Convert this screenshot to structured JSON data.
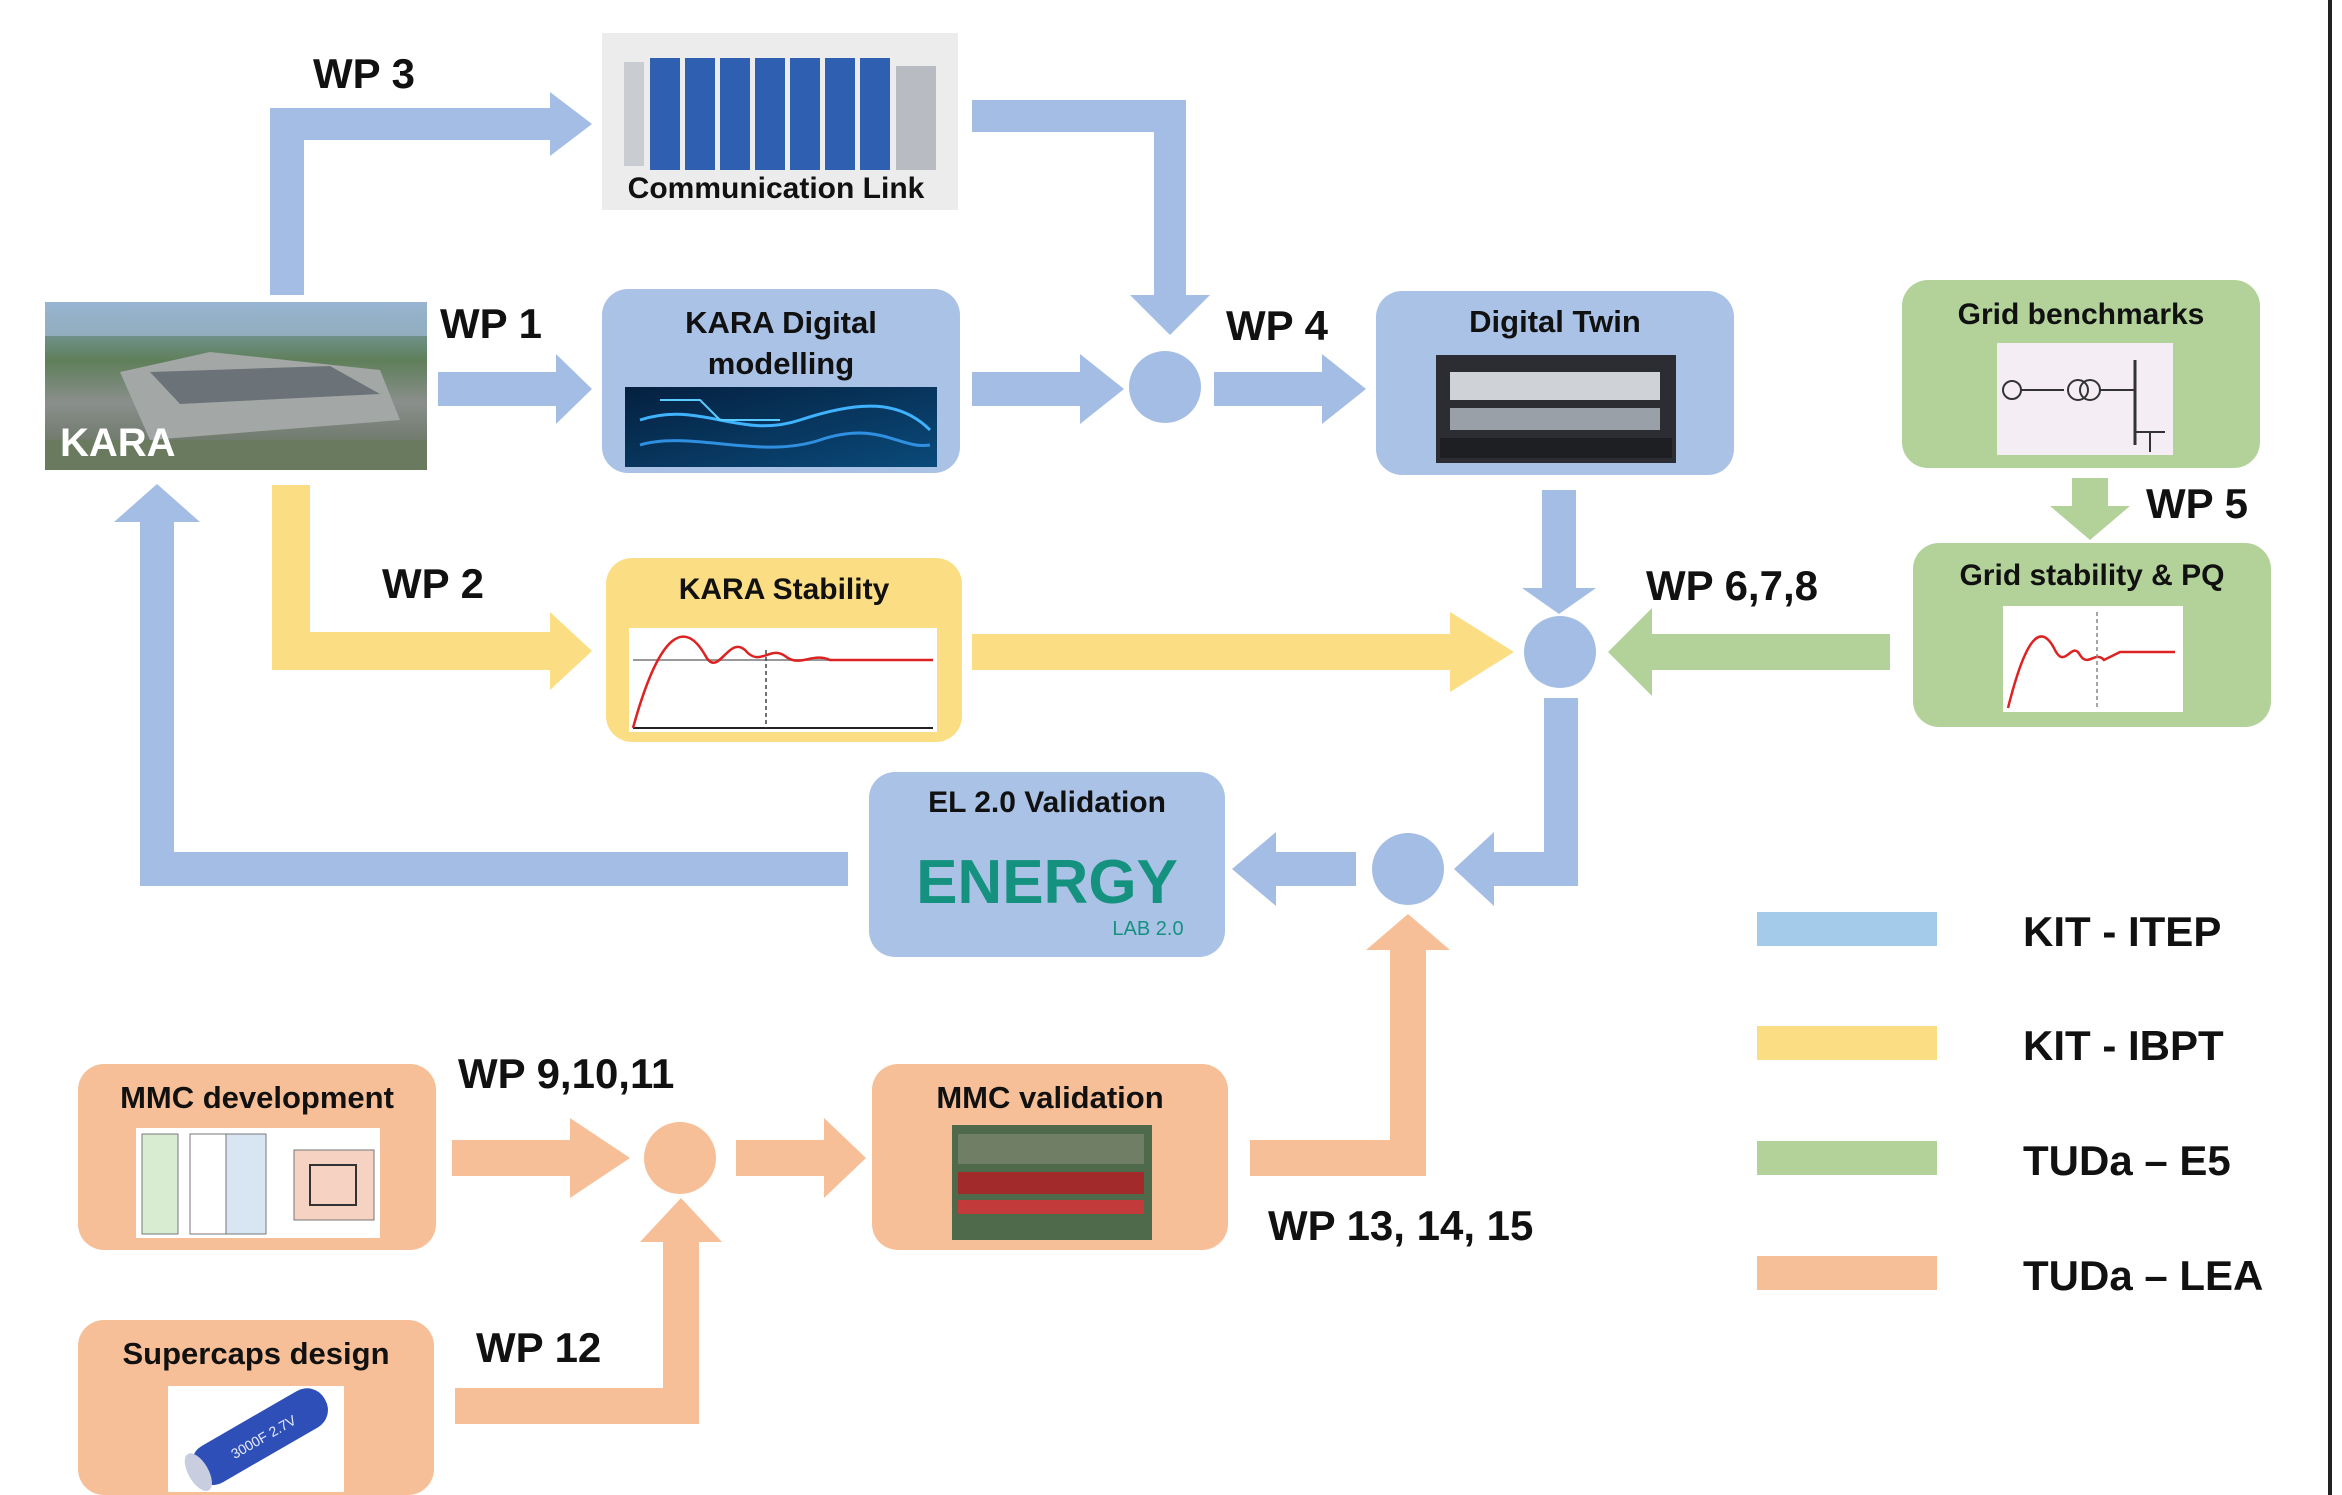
{
  "colors": {
    "itep": "#a4bde4",
    "itep_box": "#aac2e6",
    "ibpt": "#fbdd84",
    "e5": "#b2d29a",
    "lea": "#f7bf98"
  },
  "boxes": {
    "kara_label": "KARA",
    "comm_link": "Communication Link",
    "kara_digital": [
      "KARA Digital",
      "modelling"
    ],
    "digital_twin": "Digital Twin",
    "grid_bench": "Grid benchmarks",
    "grid_stab": "Grid stability & PQ",
    "kara_stab": "KARA Stability",
    "el_valid": "EL 2.0 Validation",
    "energy_logo": "ENERGY",
    "energy_logo_sub": "LAB 2.0",
    "mmc_dev": "MMC development",
    "mmc_val": "MMC validation",
    "supercaps": "Supercaps design",
    "supercap_label": "3000F 2.7V"
  },
  "wp": {
    "wp1": "WP 1",
    "wp2": "WP 2",
    "wp3": "WP 3",
    "wp4": "WP 4",
    "wp5": "WP 5",
    "wp678": "WP 6,7,8",
    "wp91011": "WP 9,10,11",
    "wp12": "WP 12",
    "wp131415": "WP 13, 14, 15"
  },
  "legend": [
    {
      "label": "KIT - ITEP",
      "color": "#a4cbea"
    },
    {
      "label": "KIT - IBPT",
      "color": "#fbdd84"
    },
    {
      "label": "TUDa – E5",
      "color": "#b2d29a"
    },
    {
      "label": "TUDa – LEA",
      "color": "#f7bf98"
    }
  ]
}
